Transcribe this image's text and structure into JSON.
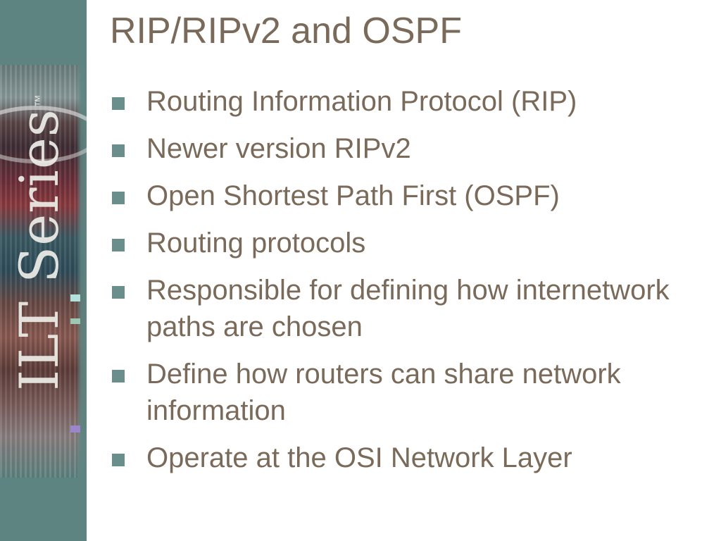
{
  "slide": {
    "title": "RIP/RIPv2 and OSPF",
    "brand": {
      "text": "ILT Series",
      "trademark": "™"
    },
    "bullets": [
      {
        "text": "Routing Information Protocol (RIP)"
      },
      {
        "text": "Newer version RIPv2"
      },
      {
        "text": "Open Shortest Path First (OSPF)"
      },
      {
        "text": "Routing protocols"
      },
      {
        "text": "Responsible for defining how internetwork paths are chosen"
      },
      {
        "text": "Define how routers can share network information"
      },
      {
        "text": "Operate at the OSI Network Layer"
      }
    ]
  },
  "colors": {
    "text": "#7a6a5a",
    "band": "#5e8481",
    "bullet_marker": "#6a8e8c"
  },
  "icons": {
    "bullet": "square-bullet-icon"
  }
}
